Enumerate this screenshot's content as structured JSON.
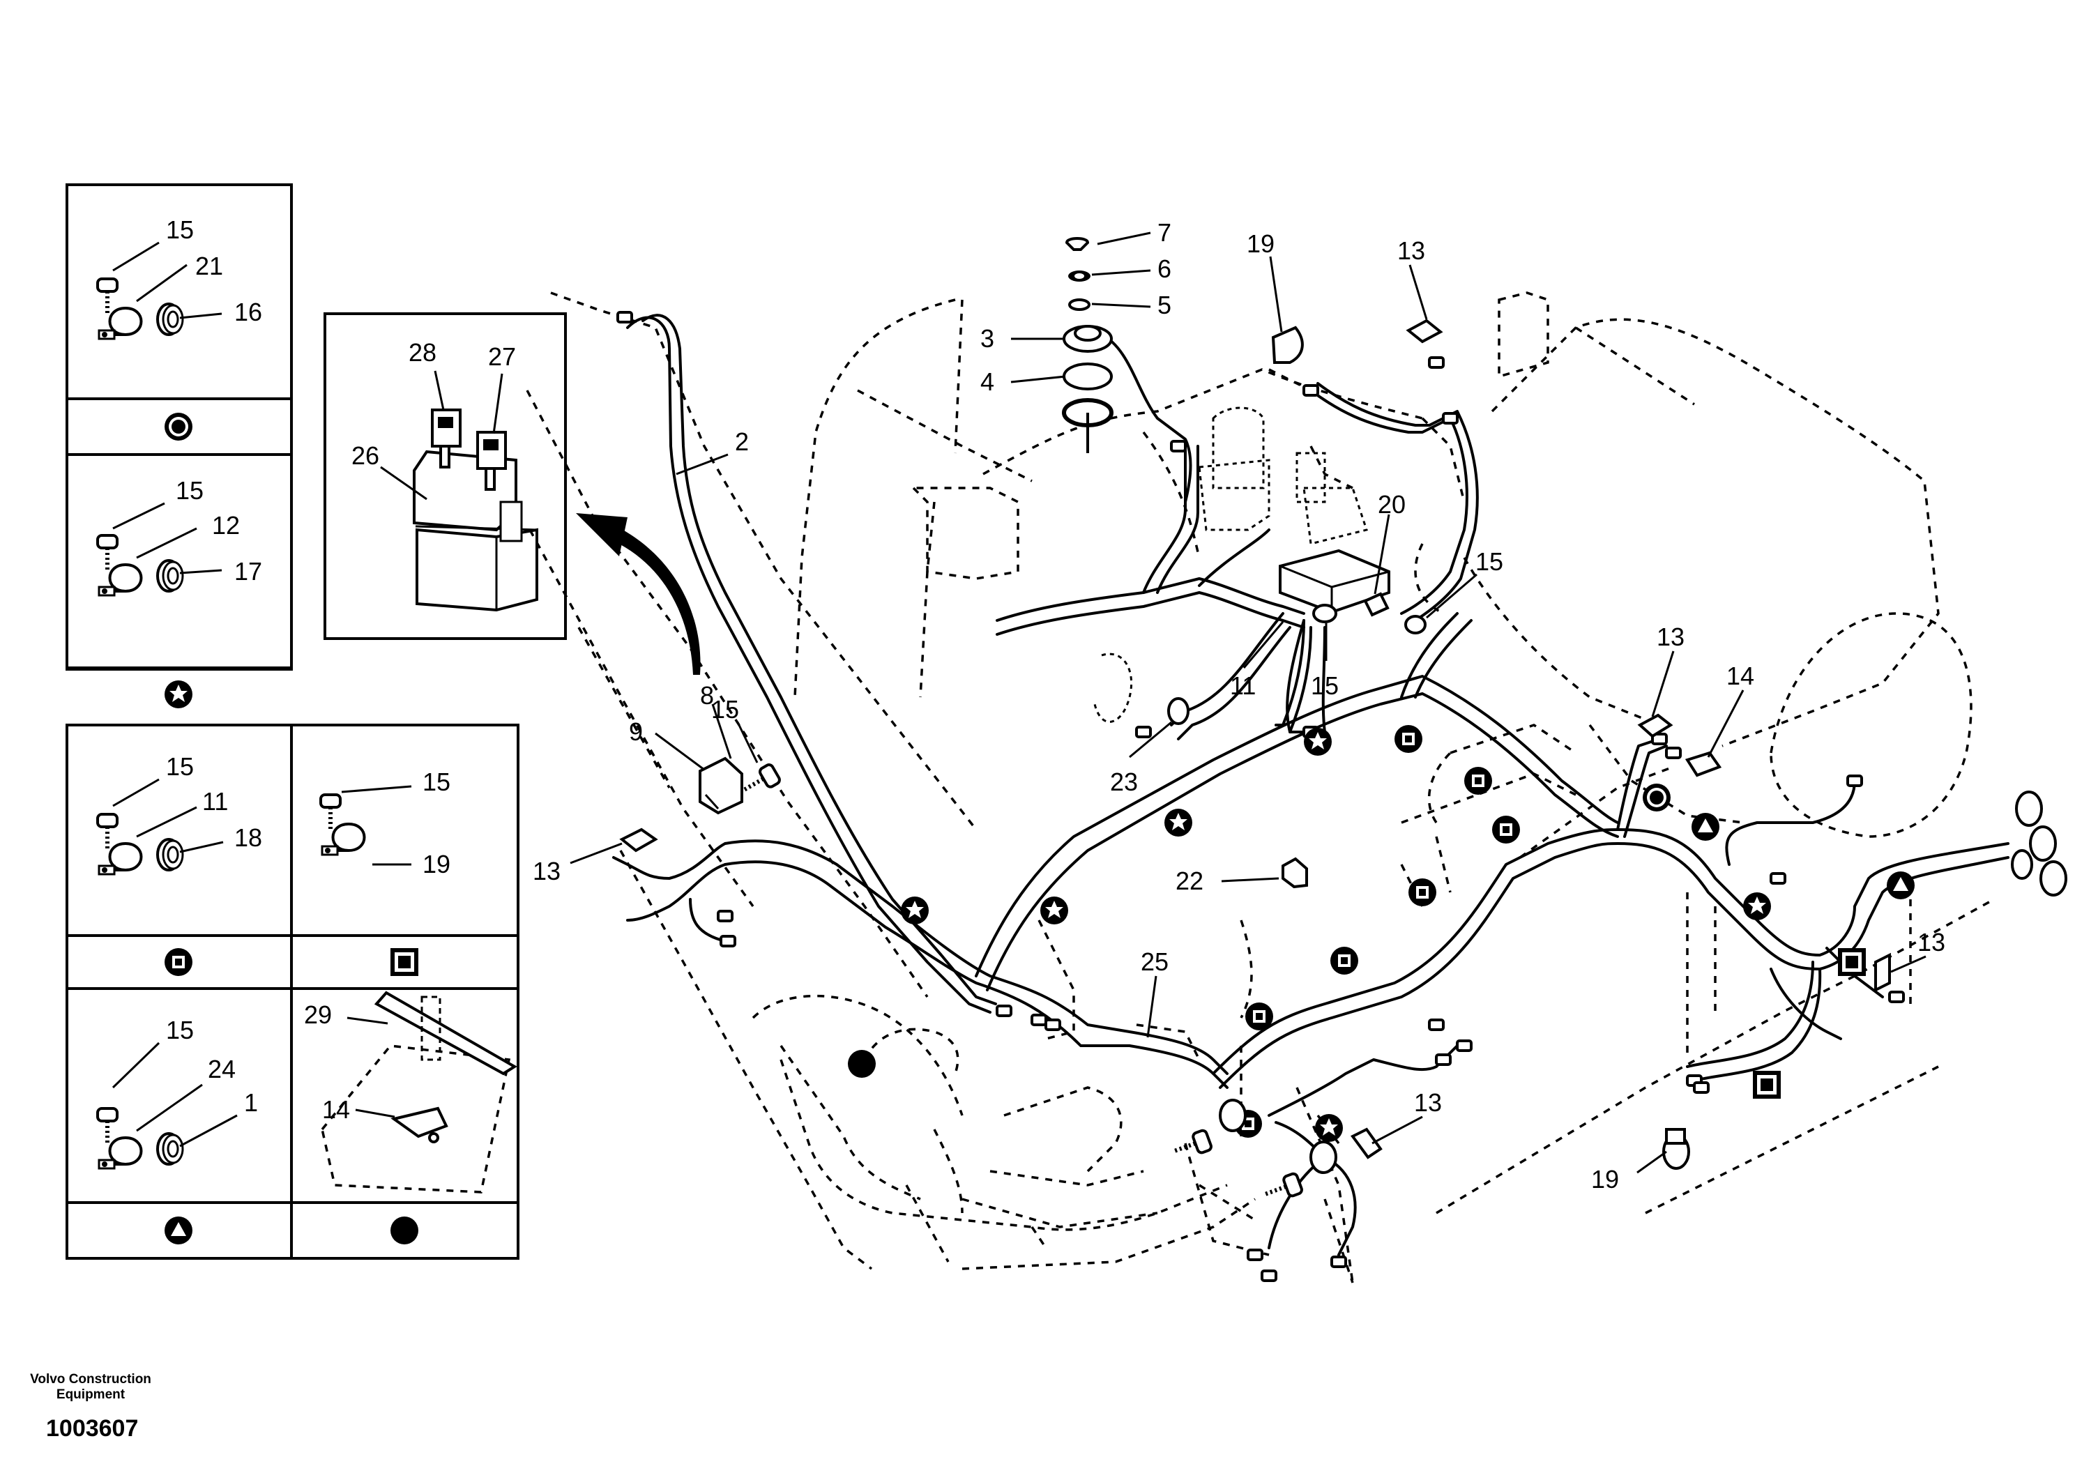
{
  "callouts": {
    "l1": "1",
    "l2": "2",
    "l3": "3",
    "l4": "4",
    "l5": "5",
    "l6": "6",
    "l7": "7",
    "l8": "8",
    "l9": "9",
    "l11": "11",
    "l12": "12",
    "l13": "13",
    "l14": "14",
    "l15": "15",
    "l16": "16",
    "l17": "17",
    "l18": "18",
    "l19": "19",
    "l20": "20",
    "l21": "21",
    "l22": "22",
    "l23": "23",
    "l24": "24",
    "l25": "25",
    "l26": "26",
    "l27": "27",
    "l28": "28",
    "l29": "29"
  },
  "clamp_legend": [
    {
      "parts": [
        "15",
        "21",
        "16"
      ],
      "marker": "circle-ring"
    },
    {
      "parts": [
        "15",
        "12",
        "17"
      ],
      "marker": "star-circle"
    },
    {
      "parts": [
        "15",
        "11",
        "18"
      ],
      "marker": "square-circle"
    },
    {
      "parts": [
        "15",
        "19"
      ],
      "marker": "square-square"
    },
    {
      "parts": [
        "15",
        "24",
        "1"
      ],
      "marker": "triangle-circle"
    },
    {
      "parts": [
        "29",
        "14"
      ],
      "marker": "filled-circle"
    }
  ],
  "footer": {
    "brand_line1": "Volvo Construction",
    "brand_line2": "Equipment",
    "doc_number": "1003607"
  }
}
